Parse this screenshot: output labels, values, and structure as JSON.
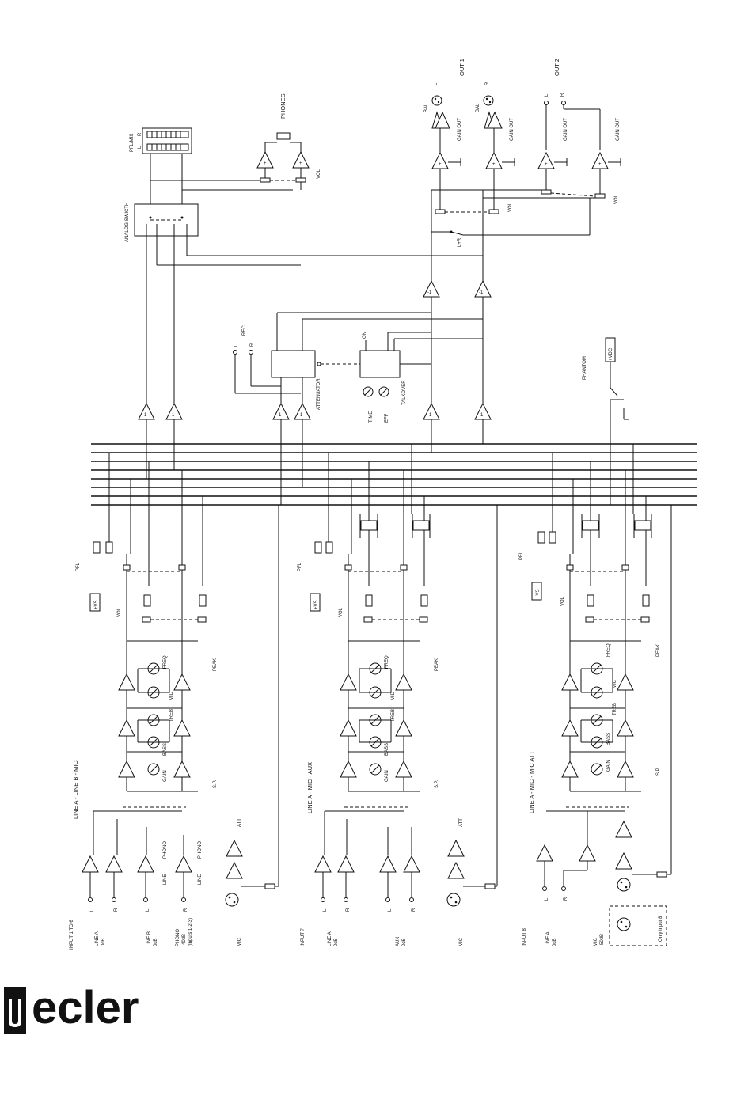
{
  "labels": {
    "out1": "OUT 1",
    "out2": "OUT 2",
    "phones": "PHONES",
    "pfl_mix": "PFL/MIX",
    "l": "L",
    "r": "R",
    "bal": "BAL",
    "gain_out": "GAIN OUT",
    "vol": "VOL",
    "l_r": "L+R",
    "analog_switch": "ANALOG SWICTH",
    "rec": "REC",
    "attenuator": "ATTENUATOR",
    "on": "ON",
    "talkover": "TALKOVER",
    "time": "TIME",
    "eff": "EFF",
    "phantom": "PHANTOM",
    "vdc": "+VDC",
    "pfl": "PFL",
    "vs": "+VS",
    "peak": "PEAK",
    "freq": "FREQ",
    "mid": "MID",
    "treb": "TREB",
    "bass": "BASS",
    "gain": "GAIN",
    "sp": "S.P.",
    "att": "ATT",
    "phono": "PHONO",
    "line": "LINE",
    "mic": "MIC",
    "aux": "AUX",
    "only_input_8": "Only Input 8",
    "plus": "+",
    "minus": "-"
  },
  "channels": {
    "ch1": {
      "title": "LINE A - LINE B - MIC",
      "input": "INPUT 1 TO 6",
      "line_a": [
        "LINE A",
        "0dB"
      ],
      "line_b": [
        "LINE B",
        "0dB"
      ],
      "phono": [
        "PHONO",
        "-40dB",
        "(Inputs 1-2-3)"
      ],
      "mic": "MIC"
    },
    "ch7": {
      "title": "LINE A - MIC - AUX",
      "input": "INPUT 7",
      "line_a": [
        "LINE A",
        "0dB"
      ],
      "aux": [
        "AUX",
        "0dB"
      ],
      "mic": "MIC"
    },
    "ch8": {
      "title": "LINE A - MIC - MIC ATT",
      "input": "INPUT 8",
      "line_a": [
        "LINE A",
        "0dB"
      ],
      "mic": [
        "MIC",
        "-50dB"
      ]
    }
  },
  "logo": "ecler",
  "colors": {
    "ink": "#111111",
    "paper": "#ffffff"
  }
}
